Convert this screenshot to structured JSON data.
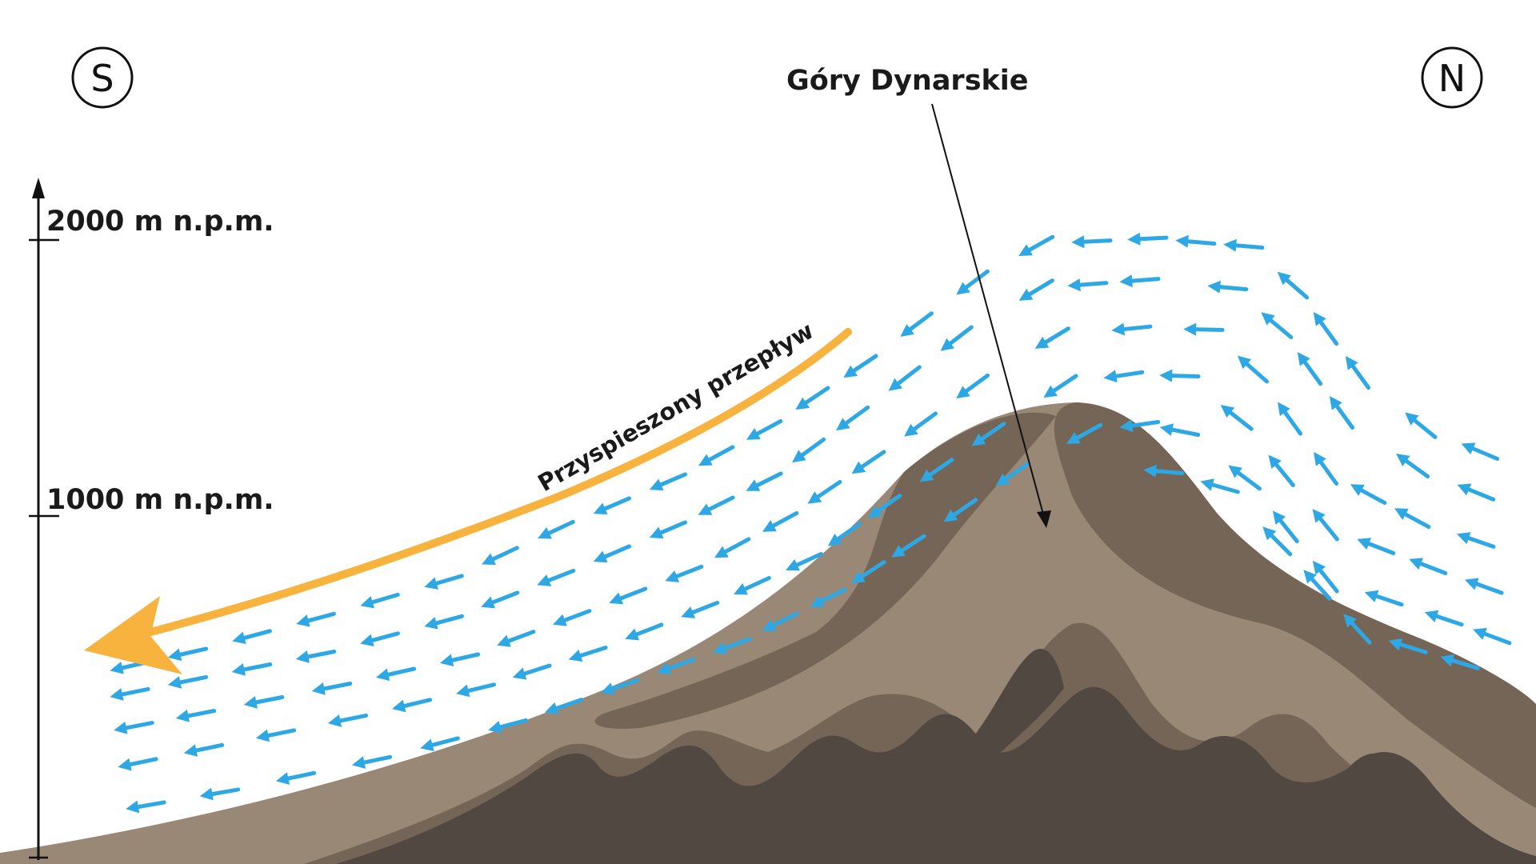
{
  "compass": {
    "left": "S",
    "right": "N"
  },
  "axis": {
    "tick_upper": "2000 m n.p.m.",
    "tick_lower": "1000 m n.p.m."
  },
  "labels": {
    "mountain": "Góry Dynarskie",
    "flow": "Przyspieszony przepływ"
  },
  "colors": {
    "arrow_blue": "#2ea8e5",
    "flow_orange": "#f7b33d",
    "mountain_light": "#9a8876",
    "mountain_mid": "#756557",
    "mountain_dark": "#524842",
    "ink": "#111111"
  },
  "flow_direction": "north-to-south (right to left)"
}
